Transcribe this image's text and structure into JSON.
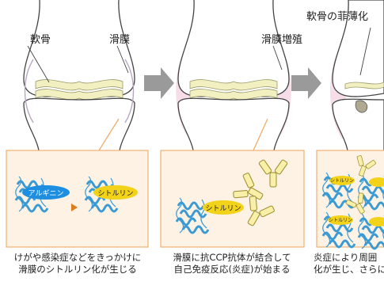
{
  "joint_labels": {
    "cartilage": "軟骨",
    "synovium": "滑膜",
    "synovial_hyperplasia": "滑膜増殖",
    "cartilage_thinning": "軟骨の菲薄化"
  },
  "molecule_labels": {
    "arginine": "アルギニン",
    "citrulline": "シトルリン",
    "citrulline_small": "シトルリン"
  },
  "captions": [
    {
      "line1": "けがや感染症などをきっかけに",
      "line2": "滑膜のシトルリン化が生じる"
    },
    {
      "line1": "滑膜に抗CCP抗体が結合して",
      "line2": "自己免疫反応(炎症)が始まる"
    },
    {
      "line1": "炎症により周囲",
      "line2": "化が生じ、さらに"
    }
  ],
  "colors": {
    "bone_outline": "#444444",
    "cartilage": "#f2f0c0",
    "synovium_pink": "#f6dde8",
    "arrow_gray": "#9a9a9a",
    "box_border": "#f0b070",
    "box_fill": "#fdf2e4",
    "protein_blue": "#3a9bd4",
    "arginine_blue": "#1e8fe0",
    "citrulline_yellow": "#f3d21a",
    "antibody_yellow": "#f8efa8"
  }
}
